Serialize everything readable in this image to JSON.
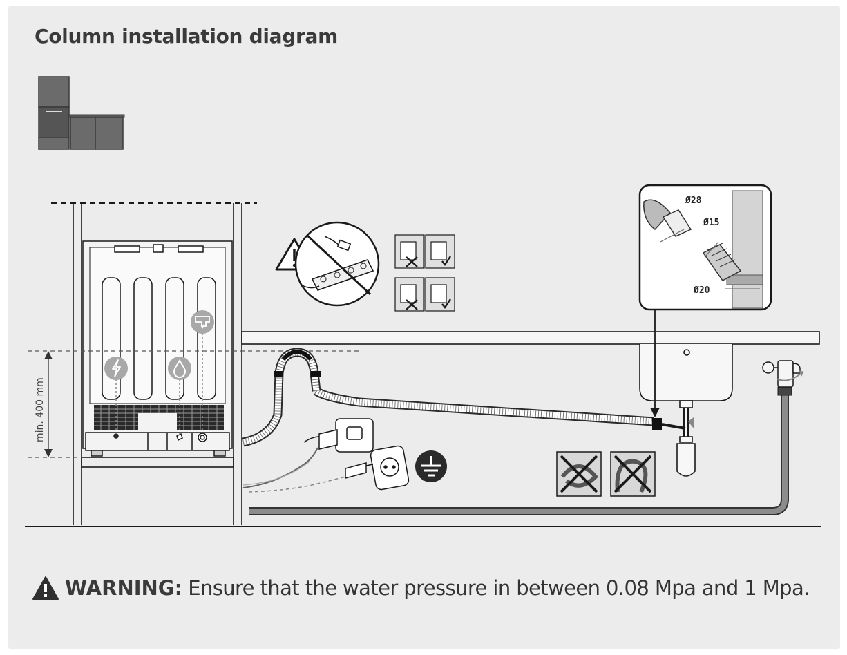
{
  "title": "Column installation diagram",
  "dimension_label": "min. 400 mm",
  "hose_diameters": [
    "Ø28",
    "Ø15",
    "Ø20"
  ],
  "warning": {
    "label": "WARNING:",
    "text": "Ensure that the water pressure in between 0.08 Mpa and 1 Mpa.",
    "icon": "warning-triangle-icon"
  },
  "icons": {
    "power": "lightning-icon",
    "water": "water-drop-icon",
    "drain": "drain-icon",
    "ground": "ground-symbol-icon",
    "caution": "warning-triangle-icon",
    "no_power_strip": "no-power-strip-icon"
  },
  "colors": {
    "background": "#ececec",
    "line": "#1a1a1a",
    "cabinet": "#666666",
    "hose": "#888888"
  }
}
